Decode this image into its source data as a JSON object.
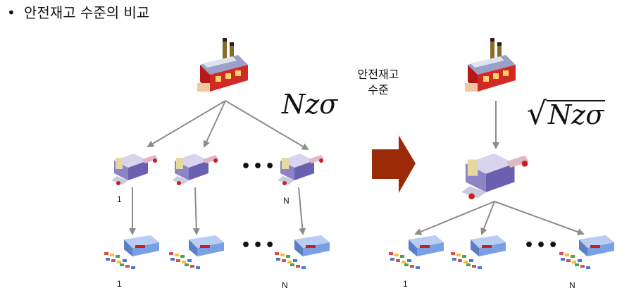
{
  "slide": {
    "bullet": "•",
    "title": "안전재고 수준의 비교"
  },
  "left": {
    "formula": "Nzσ",
    "warehouse_first_label": "1",
    "warehouse_last_label": "N",
    "retailer_first_label": "1",
    "retailer_last_label": "N",
    "ellipsis_mid": "•••",
    "ellipsis_bottom": "•••"
  },
  "transition": {
    "label_line1": "안전재고",
    "label_line2": "수준"
  },
  "right": {
    "formula_root": "√",
    "formula_body": "Nzσ",
    "retailer_first_label": "1",
    "retailer_last_label": "N",
    "ellipsis_bottom": "•••"
  },
  "colors": {
    "connector": "#8c8c8c",
    "big_arrow": "#9b2a09",
    "factory_red": "#c8201d",
    "warehouse_purple": "#6b5fb0",
    "retailer_blue": "#6a8fd6"
  }
}
